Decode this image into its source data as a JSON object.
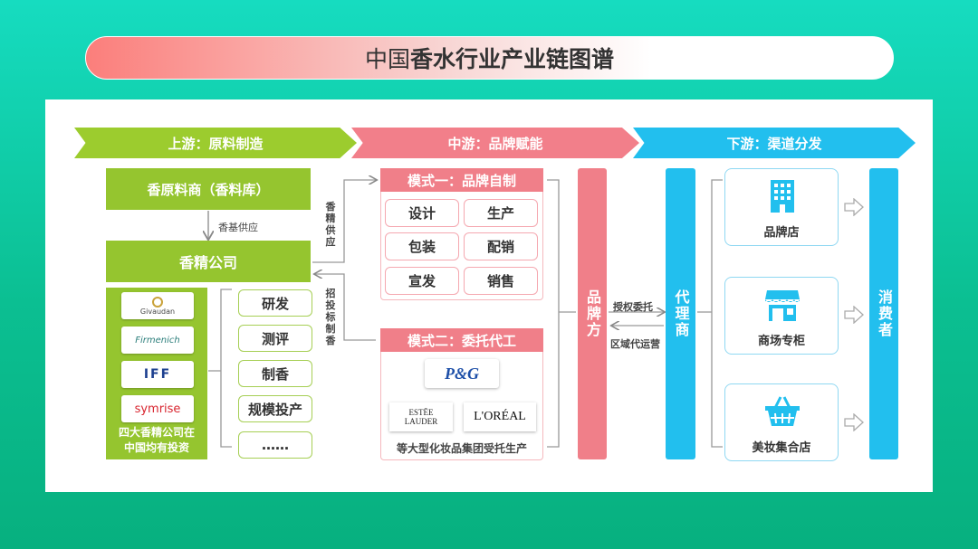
{
  "title": {
    "prefix": "中国",
    "main": "香水行业产业链图谱"
  },
  "stages": {
    "upstream": "上游：原料制造",
    "midstream": "中游：品牌赋能",
    "downstream": "下游：渠道分发"
  },
  "upstream": {
    "raw_material": "香原料商（香料库）",
    "supply_label": "香基供应",
    "fragrance_company": "香精公司",
    "logos": [
      "Givaudan",
      "Firmenich",
      "IFF",
      "symrise"
    ],
    "logos_caption": "四大香精公司在中国均有投资",
    "activities": [
      "研发",
      "测评",
      "制香",
      "规模投产",
      "……"
    ]
  },
  "links": {
    "fragrance_supply": "香精供应",
    "bid_fragrance": "招投标制香",
    "authorize": "授权委托",
    "regional_ops": "区域代运营"
  },
  "midstream": {
    "mode1_title": "模式一：品牌自制",
    "mode1_cells": [
      "设计",
      "生产",
      "包装",
      "配销",
      "宣发",
      "销售"
    ],
    "mode2_title": "模式二：委托代工",
    "mode2_logos": [
      "P&G",
      "ESTĒE LAUDER",
      "L'ORÉAL"
    ],
    "mode2_caption": "等大型化妆品集团受托生产",
    "brand_owner": "品牌方"
  },
  "downstream": {
    "agent": "代理商",
    "channels": [
      {
        "label": "品牌店",
        "icon": "building-icon"
      },
      {
        "label": "商场专柜",
        "icon": "storefront-icon"
      },
      {
        "label": "美妆集合店",
        "icon": "basket-icon"
      }
    ],
    "consumer": "消费者"
  },
  "colors": {
    "green": "#95c52f",
    "pink": "#f07f89",
    "blue": "#22bfee"
  }
}
